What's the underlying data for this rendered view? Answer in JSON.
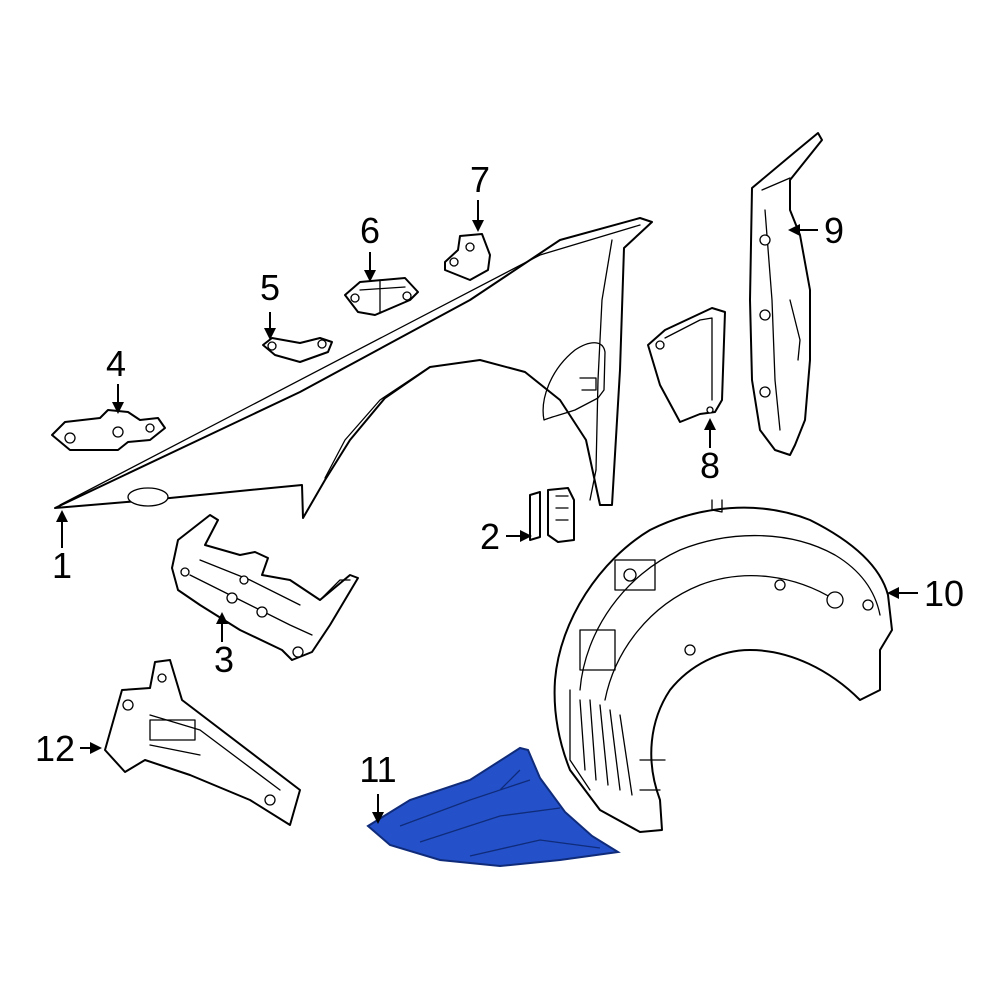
{
  "colors": {
    "line": "#000000",
    "background": "#ffffff",
    "highlight": "#2451c9",
    "highlight_stroke": "#0f2b7a"
  },
  "highlighted_part": "11",
  "callouts": [
    {
      "id": "1",
      "label": "1"
    },
    {
      "id": "2",
      "label": "2"
    },
    {
      "id": "3",
      "label": "3"
    },
    {
      "id": "4",
      "label": "4"
    },
    {
      "id": "5",
      "label": "5"
    },
    {
      "id": "6",
      "label": "6"
    },
    {
      "id": "7",
      "label": "7"
    },
    {
      "id": "8",
      "label": "8"
    },
    {
      "id": "9",
      "label": "9"
    },
    {
      "id": "10",
      "label": "10"
    },
    {
      "id": "11",
      "label": "11"
    },
    {
      "id": "12",
      "label": "12"
    }
  ]
}
